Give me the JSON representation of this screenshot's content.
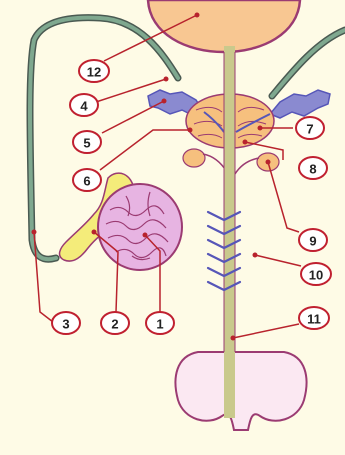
{
  "figure": {
    "colors": {
      "background": "#fefbe6",
      "bladder": "#f8c792",
      "outline": "#9b3b72",
      "urethra": "#c9c98c",
      "vas": "#7fa88f",
      "vas_edge": "#4a5a52",
      "seminal_vesicle": "#8a8ad0",
      "epididymis": "#f4ec7a",
      "testis": "#e7b4e2",
      "prostate": "#f6c07e",
      "bulbourethral": "#f6c07e",
      "glands": "#5656b8",
      "penis": "#fbe8f2",
      "leader": "#b8232d",
      "label_ring": "#c02030",
      "label_fill": "#ffffff"
    },
    "labels": [
      {
        "id": "1",
        "text": "1"
      },
      {
        "id": "2",
        "text": "2"
      },
      {
        "id": "3",
        "text": "3"
      },
      {
        "id": "4",
        "text": "4"
      },
      {
        "id": "5",
        "text": "5"
      },
      {
        "id": "6",
        "text": "6"
      },
      {
        "id": "7",
        "text": "7"
      },
      {
        "id": "8",
        "text": "8"
      },
      {
        "id": "9",
        "text": "9"
      },
      {
        "id": "10",
        "text": "10"
      },
      {
        "id": "11",
        "text": "11"
      },
      {
        "id": "12",
        "text": "12"
      }
    ]
  }
}
